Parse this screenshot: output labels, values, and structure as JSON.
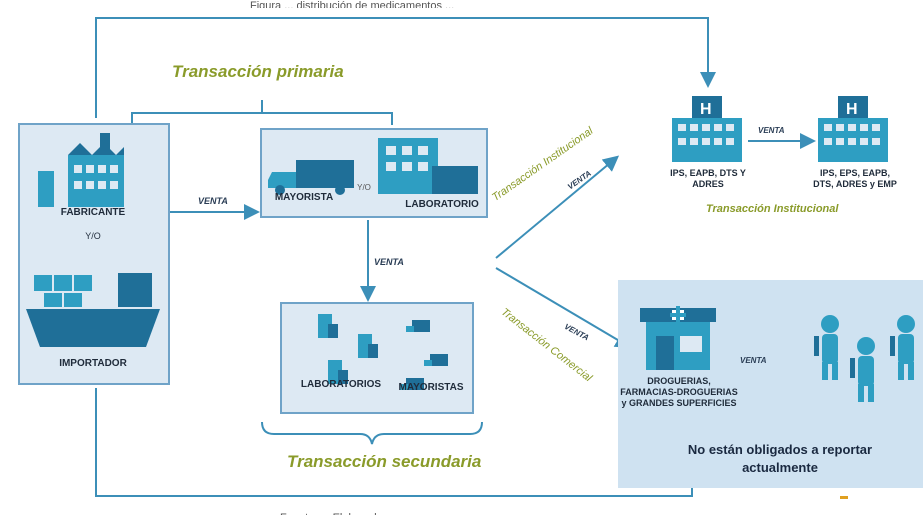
{
  "header_partial": "Figura ... distribución de medicamentos ...",
  "footer_partial": "Fuente: ... Elaborado ...",
  "labels": {
    "transaccion_primaria": "Transacción primaria",
    "transaccion_secundaria": "Transacción secundaria",
    "transaccion_institucional_diag": "Transacción Institucional",
    "transaccion_institucional": "Transacción Institucional",
    "transaccion_comercial": "Transacción Comercial",
    "fabricante": "FABRICANTE",
    "y_o_1": "Y/O",
    "importador": "IMPORTADOR",
    "mayorista": "MAYORISTA",
    "y_o_2": "Y/O",
    "laboratorio": "LABORATORIO",
    "laboratorios": "LABORATORIOS",
    "mayoristas": "MAYORISTAS",
    "ips_line1": "IPS, EAPB, DTS Y",
    "ips_line2": "ADRES",
    "eps_line1": "IPS, EPS, EAPB,",
    "eps_line2": "DTS, ADRES y EMP",
    "drog_line1": "DROGUERIAS,",
    "drog_line2": "FARMACIAS-DROGUERIAS",
    "drog_line3": "y GRANDES SUPERFICIES",
    "no_obligados_1": "No están obligados a reportar",
    "no_obligados_2": "actualmente"
  },
  "venta": {
    "v1": "VENTA",
    "v2": "VENTA",
    "v3": "VENTA",
    "v4": "VENTA",
    "v5": "VENTA",
    "v6": "VENTA"
  },
  "colors": {
    "box_fill": "#dde9f3",
    "box_border": "#6fa3c8",
    "arrow": "#3c8fb8",
    "olive_text": "#8a9b2a",
    "icon_teal": "#2e9ec2",
    "icon_dark": "#1f6f98"
  }
}
